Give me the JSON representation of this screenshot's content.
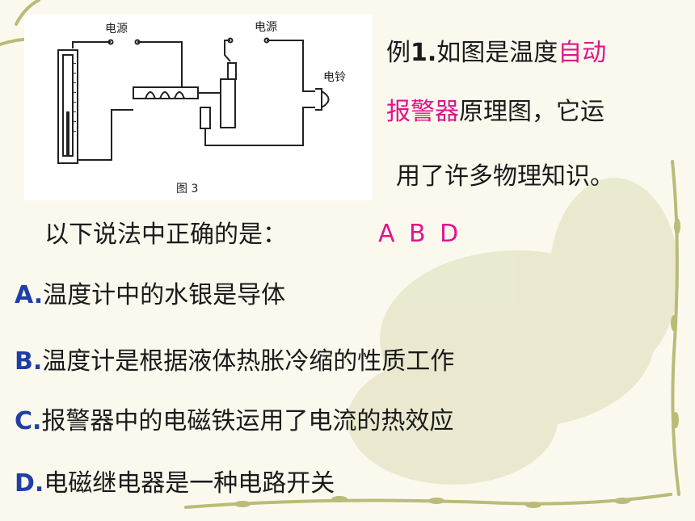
{
  "figure": {
    "label_power1": "电源",
    "label_power2": "电源",
    "label_bell": "电铃",
    "caption": "图 3"
  },
  "question": {
    "line1_prefix": "例",
    "line1_num": "1.",
    "line1_mid": "如图是温度",
    "line1_pink": "自动",
    "line2_pink": "报警器",
    "line2_rest": "原理图，它运",
    "line3": "用了许多物理知识。",
    "prompt": "以下说法中正确的是：",
    "answer": "A B D"
  },
  "options": [
    {
      "letter": "A.",
      "text": "温度计中的水银是导体"
    },
    {
      "letter": "B.",
      "text": "温度计是根据液体热胀冷缩的性质工作"
    },
    {
      "letter": "C.",
      "text": "报警器中的电磁铁运用了电流的热效应"
    },
    {
      "letter": "D.",
      "text": "电磁继电器是一种电路开关"
    }
  ],
  "colors": {
    "accent": "#e0158a",
    "option_label": "#1f3ea6",
    "text": "#1a1a1a"
  }
}
